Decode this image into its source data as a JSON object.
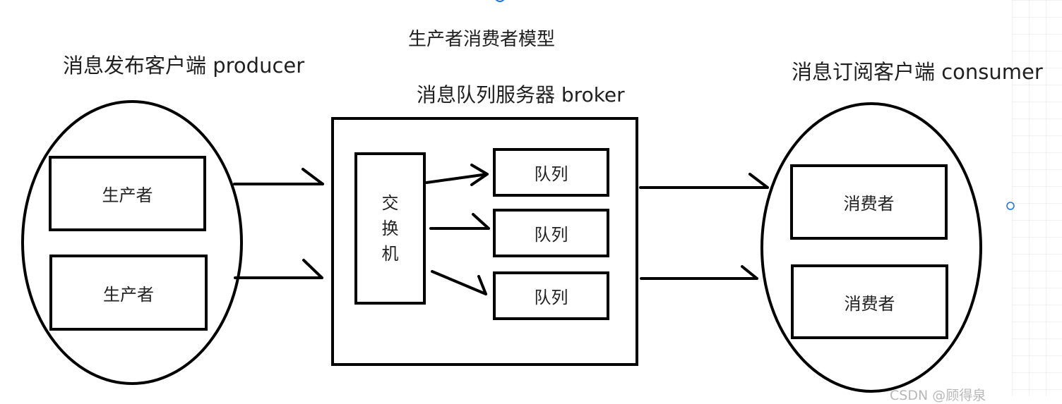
{
  "title": "生产者消费者模型",
  "producer_client": {
    "label": "消息发布客户端  producer",
    "nodes": [
      "生产者",
      "生产者"
    ]
  },
  "broker": {
    "label": "消息队列服务器 broker",
    "exchange": [
      "交",
      "换",
      "机"
    ],
    "queues": [
      "队列",
      "队列",
      "队列"
    ]
  },
  "consumer_client": {
    "label": "消息订阅客户端  consumer",
    "nodes": [
      "消费者",
      "消费者"
    ]
  },
  "watermark": "CSDN @顾得泉",
  "colors": {
    "stroke": "#000000",
    "text": "#222222",
    "blue_dot": "#1a73e8"
  }
}
